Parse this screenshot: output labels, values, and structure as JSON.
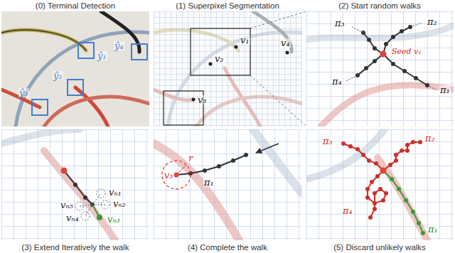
{
  "diagram": {
    "nodes": [
      {
        "text": [
          "(0) Terminal Detection"
        ]
      },
      {
        "text": [
          "(1) Superpixel Segmentation"
        ]
      },
      {
        "text": [
          "(2) Start random walks"
        ]
      },
      {
        "text": [
          "(3) Extend Iteratively the walk"
        ]
      },
      {
        "text": [
          "(4) Complete the walk"
        ]
      },
      {
        "text": [
          "(5) Discard unlikely walks"
        ]
      }
    ],
    "labels": [
      "ŷ₁",
      "ŷ₂",
      "ŷ₃",
      "ŷ₄",
      "v₁",
      "v₂",
      "v₃",
      "v₄",
      "π₃",
      "π₂",
      "π₄",
      "π₁",
      "Seed v₁",
      "vₙ₁",
      "vₙ₂",
      "vₙ₅",
      "vₙ₄",
      "vₙ₃",
      "r",
      "v₃",
      "π₁",
      "π₃",
      "π₂",
      "π₄",
      "π₁"
    ]
  }
}
